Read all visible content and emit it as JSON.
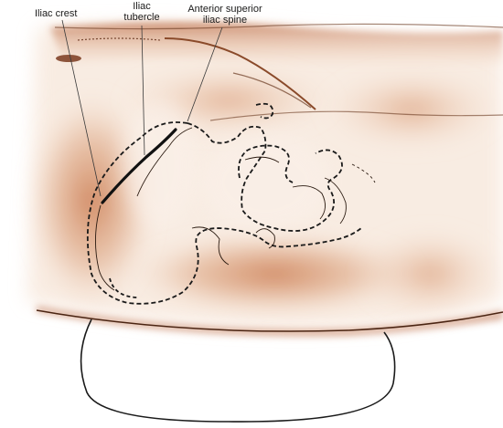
{
  "labels": {
    "iliac_crest": "Iliac crest",
    "iliac_tubercle": "Iliac\ntubercle",
    "asis": "Anterior superior\niliac spine"
  },
  "colors": {
    "skin_shade": "#c9764a",
    "skin_light": "#f4d9c6",
    "line": "#1a1a1a",
    "incision": "#111111",
    "background": "#ffffff"
  }
}
